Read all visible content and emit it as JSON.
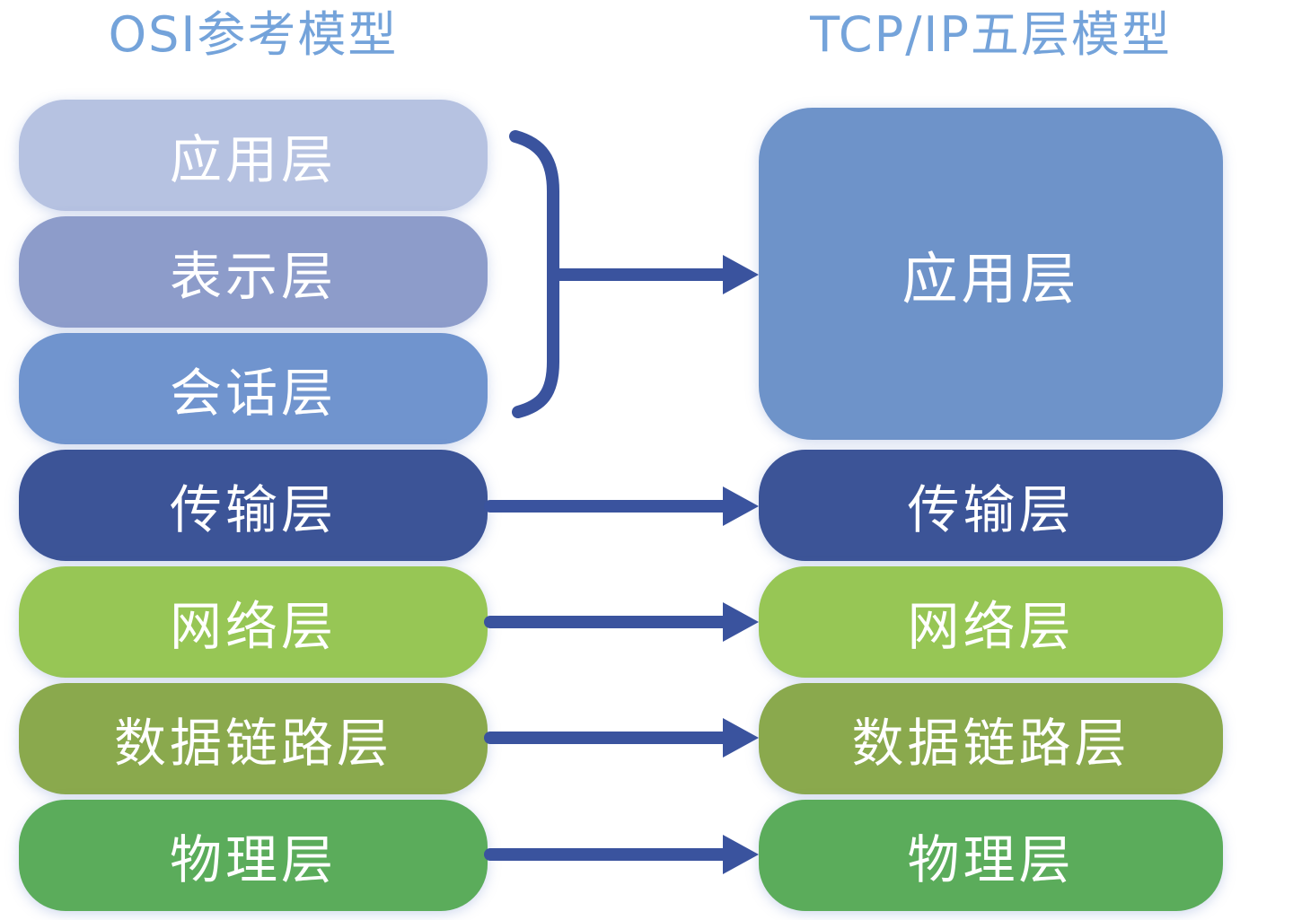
{
  "titles": {
    "left": "OSI参考模型",
    "right": "TCP/IP五层模型"
  },
  "colors": {
    "background": "#FFFFFF",
    "title_text": "#74A3DA",
    "box_text": "#FFFFFF",
    "connector": "#3A539E",
    "osi_application": "#B6C2E1",
    "osi_presentation": "#8D9CCA",
    "osi_session": "#7094CE",
    "transport": "#3C5497",
    "network": "#97C655",
    "datalink": "#8AA94D",
    "physical": "#5BAC5B",
    "tcp_application": "#6E93C9"
  },
  "osi": {
    "title": "OSI参考模型",
    "layers": [
      {
        "label": "应用层",
        "color": "#B6C2E1"
      },
      {
        "label": "表示层",
        "color": "#8D9CCA"
      },
      {
        "label": "会话层",
        "color": "#7094CE"
      },
      {
        "label": "传输层",
        "color": "#3C5497"
      },
      {
        "label": "网络层",
        "color": "#97C655"
      },
      {
        "label": "数据链路层",
        "color": "#8AA94D"
      },
      {
        "label": "物理层",
        "color": "#5BAC5B"
      }
    ]
  },
  "tcp": {
    "title": "TCP/IP五层模型",
    "layers": [
      {
        "label": "应用层",
        "color": "#6E93C9"
      },
      {
        "label": "传输层",
        "color": "#3C5497"
      },
      {
        "label": "网络层",
        "color": "#97C655"
      },
      {
        "label": "数据链路层",
        "color": "#8AA94D"
      },
      {
        "label": "物理层",
        "color": "#5BAC5B"
      }
    ]
  },
  "mappings": [
    {
      "osi": [
        "应用层",
        "表示层",
        "会话层"
      ],
      "tcp": "应用层"
    },
    {
      "osi": [
        "传输层"
      ],
      "tcp": "传输层"
    },
    {
      "osi": [
        "网络层"
      ],
      "tcp": "网络层"
    },
    {
      "osi": [
        "数据链路层"
      ],
      "tcp": "数据链路层"
    },
    {
      "osi": [
        "物理层"
      ],
      "tcp": "物理层"
    }
  ]
}
